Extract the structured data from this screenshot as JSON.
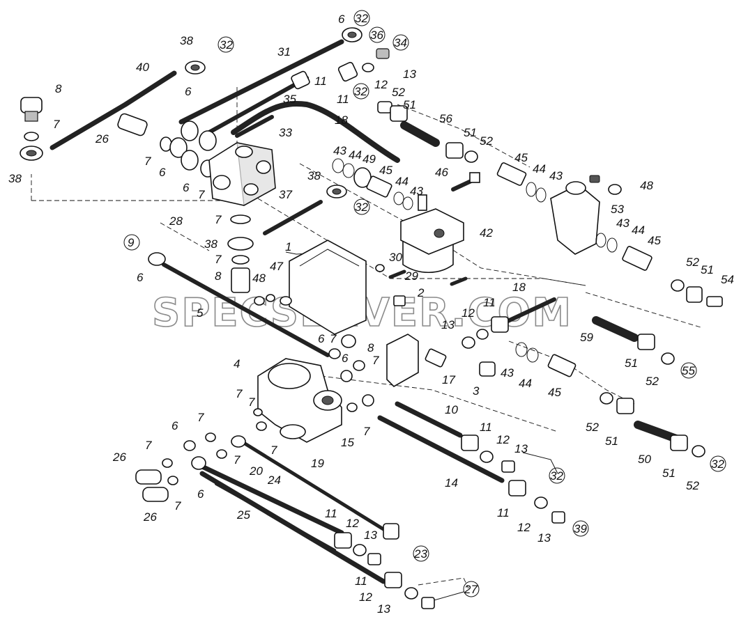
{
  "diagram": {
    "watermark": "SPECSERVER.COM",
    "labels": [
      {
        "id": "l8a",
        "text": "8"
      },
      {
        "id": "l7a",
        "text": "7"
      },
      {
        "id": "l38a",
        "text": "38"
      },
      {
        "id": "l40",
        "text": "40"
      },
      {
        "id": "l38b",
        "text": "38"
      },
      {
        "id": "l32a",
        "text": "32"
      },
      {
        "id": "l26a",
        "text": "26"
      },
      {
        "id": "l7b",
        "text": "7"
      },
      {
        "id": "l6a",
        "text": "6"
      },
      {
        "id": "l6b",
        "text": "6"
      },
      {
        "id": "l6c",
        "text": "6"
      },
      {
        "id": "l7c",
        "text": "7"
      },
      {
        "id": "l28",
        "text": "28"
      },
      {
        "id": "l31",
        "text": "31"
      },
      {
        "id": "l35",
        "text": "35"
      },
      {
        "id": "l33",
        "text": "33"
      },
      {
        "id": "l11a",
        "text": "11"
      },
      {
        "id": "l11b",
        "text": "11"
      },
      {
        "id": "l6d",
        "text": "6"
      },
      {
        "id": "l32b",
        "text": "32"
      },
      {
        "id": "l36",
        "text": "36"
      },
      {
        "id": "l34",
        "text": "34"
      },
      {
        "id": "l13a",
        "text": "13"
      },
      {
        "id": "l12a",
        "text": "12"
      },
      {
        "id": "l32c",
        "text": "32"
      },
      {
        "id": "l52a",
        "text": "52"
      },
      {
        "id": "l51a",
        "text": "51"
      },
      {
        "id": "l18a",
        "text": "18"
      },
      {
        "id": "l56",
        "text": "56"
      },
      {
        "id": "l51b",
        "text": "51"
      },
      {
        "id": "l52b",
        "text": "52"
      },
      {
        "id": "l43a",
        "text": "43"
      },
      {
        "id": "l44a",
        "text": "44"
      },
      {
        "id": "l49",
        "text": "49"
      },
      {
        "id": "l45a",
        "text": "45"
      },
      {
        "id": "l44b",
        "text": "44"
      },
      {
        "id": "l43b",
        "text": "43"
      },
      {
        "id": "l46",
        "text": "46"
      },
      {
        "id": "l45b",
        "text": "45"
      },
      {
        "id": "l44c",
        "text": "44"
      },
      {
        "id": "l43c",
        "text": "43"
      },
      {
        "id": "l48a",
        "text": "48"
      },
      {
        "id": "l53",
        "text": "53"
      },
      {
        "id": "l43d",
        "text": "43"
      },
      {
        "id": "l44d",
        "text": "44"
      },
      {
        "id": "l45c",
        "text": "45"
      },
      {
        "id": "l38c",
        "text": "38"
      },
      {
        "id": "l32d",
        "text": "32"
      },
      {
        "id": "l37",
        "text": "37"
      },
      {
        "id": "l42",
        "text": "42"
      },
      {
        "id": "l7d",
        "text": "7"
      },
      {
        "id": "l38d",
        "text": "38"
      },
      {
        "id": "l7e",
        "text": "7"
      },
      {
        "id": "l8b",
        "text": "8"
      },
      {
        "id": "l1",
        "text": "1"
      },
      {
        "id": "l30",
        "text": "30"
      },
      {
        "id": "l29",
        "text": "29"
      },
      {
        "id": "l47",
        "text": "47"
      },
      {
        "id": "l48b",
        "text": "48"
      },
      {
        "id": "l9",
        "text": "9"
      },
      {
        "id": "l6e",
        "text": "6"
      },
      {
        "id": "l5",
        "text": "5"
      },
      {
        "id": "l2",
        "text": "2"
      },
      {
        "id": "l18b",
        "text": "18"
      },
      {
        "id": "l11c",
        "text": "11"
      },
      {
        "id": "l12b",
        "text": "12"
      },
      {
        "id": "l13b",
        "text": "13"
      },
      {
        "id": "l52c",
        "text": "52"
      },
      {
        "id": "l51c",
        "text": "51"
      },
      {
        "id": "l54",
        "text": "54"
      },
      {
        "id": "l59",
        "text": "59"
      },
      {
        "id": "l51d",
        "text": "51"
      },
      {
        "id": "l52d",
        "text": "52"
      },
      {
        "id": "l55",
        "text": "55"
      },
      {
        "id": "l6f",
        "text": "6"
      },
      {
        "id": "l7f",
        "text": "7"
      },
      {
        "id": "l8c",
        "text": "8"
      },
      {
        "id": "l6g",
        "text": "6"
      },
      {
        "id": "l7g",
        "text": "7"
      },
      {
        "id": "l17",
        "text": "17"
      },
      {
        "id": "l3",
        "text": "3"
      },
      {
        "id": "l43e",
        "text": "43"
      },
      {
        "id": "l44e",
        "text": "44"
      },
      {
        "id": "l45d",
        "text": "45"
      },
      {
        "id": "l4",
        "text": "4"
      },
      {
        "id": "l7h",
        "text": "7"
      },
      {
        "id": "l7i",
        "text": "7"
      },
      {
        "id": "l6h",
        "text": "6"
      },
      {
        "id": "l7j",
        "text": "7"
      },
      {
        "id": "l7k",
        "text": "7"
      },
      {
        "id": "l15",
        "text": "15"
      },
      {
        "id": "l7l",
        "text": "7"
      },
      {
        "id": "l10",
        "text": "10"
      },
      {
        "id": "l11d",
        "text": "11"
      },
      {
        "id": "l12c",
        "text": "12"
      },
      {
        "id": "l13c",
        "text": "13"
      },
      {
        "id": "l32e",
        "text": "32"
      },
      {
        "id": "l14",
        "text": "14"
      },
      {
        "id": "l52e",
        "text": "52"
      },
      {
        "id": "l51e",
        "text": "51"
      },
      {
        "id": "l50",
        "text": "50"
      },
      {
        "id": "l51f",
        "text": "51"
      },
      {
        "id": "l52f",
        "text": "52"
      },
      {
        "id": "l32f",
        "text": "32"
      },
      {
        "id": "l26b",
        "text": "26"
      },
      {
        "id": "l7m",
        "text": "7"
      },
      {
        "id": "l26c",
        "text": "26"
      },
      {
        "id": "l7n",
        "text": "7"
      },
      {
        "id": "l6i",
        "text": "6"
      },
      {
        "id": "l20",
        "text": "20"
      },
      {
        "id": "l7o",
        "text": "7"
      },
      {
        "id": "l19",
        "text": "19"
      },
      {
        "id": "l24",
        "text": "24"
      },
      {
        "id": "l25",
        "text": "25"
      },
      {
        "id": "l11e",
        "text": "11"
      },
      {
        "id": "l12d",
        "text": "12"
      },
      {
        "id": "l13d",
        "text": "13"
      },
      {
        "id": "l23",
        "text": "23"
      },
      {
        "id": "l11f",
        "text": "11"
      },
      {
        "id": "l12e",
        "text": "12"
      },
      {
        "id": "l39",
        "text": "39"
      },
      {
        "id": "l13e",
        "text": "13"
      },
      {
        "id": "l11g",
        "text": "11"
      },
      {
        "id": "l12f",
        "text": "12"
      },
      {
        "id": "l13f",
        "text": "13"
      },
      {
        "id": "l27",
        "text": "27"
      }
    ]
  }
}
